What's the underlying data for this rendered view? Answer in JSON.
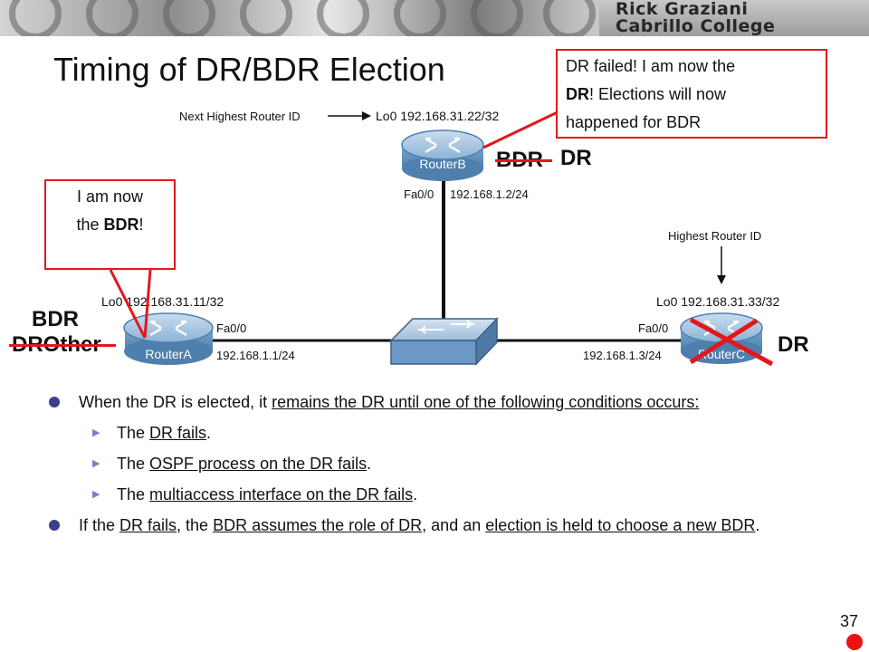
{
  "header": {
    "brand_line1": "Rick Graziani",
    "brand_line2": "Cabrillo College"
  },
  "title": "Timing of DR/BDR Election",
  "callout_routerB": {
    "line1": "DR failed! I am now the",
    "line2_bold": "DR",
    "line2_rest": "! Elections will now",
    "line3": "happened for BDR"
  },
  "callout_routerA": {
    "line1": "I am now",
    "line2_pre": "the ",
    "line2_bold": "BDR",
    "line2_post": "!"
  },
  "diagram": {
    "next_highest_label": "Next Highest Router ID",
    "highest_label": "Highest Router ID",
    "routerA": {
      "name": "RouterA",
      "lo0": "Lo0 192.168.31.11/32",
      "intf": "Fa0/0",
      "ip": "192.168.1.1/24"
    },
    "routerB": {
      "name": "RouterB",
      "lo0": "Lo0 192.168.31.22/32",
      "intf": "Fa0/0",
      "ip": "192.168.1.2/24"
    },
    "routerC": {
      "name": "RouterC",
      "lo0": "Lo0 192.168.31.33/32",
      "intf": "Fa0/0",
      "ip": "192.168.1.3/24"
    }
  },
  "roles": {
    "routerB_old": "BDR",
    "routerB_new": "DR",
    "routerA_new": "BDR",
    "routerA_old": "DROther",
    "routerC_old": "DR"
  },
  "bullets": {
    "b1_pre": "When the DR is elected, it ",
    "b1_u": "remains the DR until one of the following conditions occurs:",
    "s1_pre": "The ",
    "s1_u": "DR fails",
    "s1_post": ".",
    "s2_pre": "The ",
    "s2_u": "OSPF process on the DR fails",
    "s2_post": ".",
    "s3_pre": "The ",
    "s3_u": "multiaccess interface on the DR fails",
    "s3_post": ".",
    "b2_pre": "If the ",
    "b2_u1": "DR fails",
    "b2_mid1": ", the ",
    "b2_u2": "BDR assumes the role of DR",
    "b2_mid2": ", and an ",
    "b2_u3": "election is held to choose a new BDR",
    "b2_post": "."
  },
  "slide_number": "37",
  "colors": {
    "accent_red": "#e4161c",
    "bullet": "#3a3f8c",
    "router": "#6f9ec6"
  }
}
